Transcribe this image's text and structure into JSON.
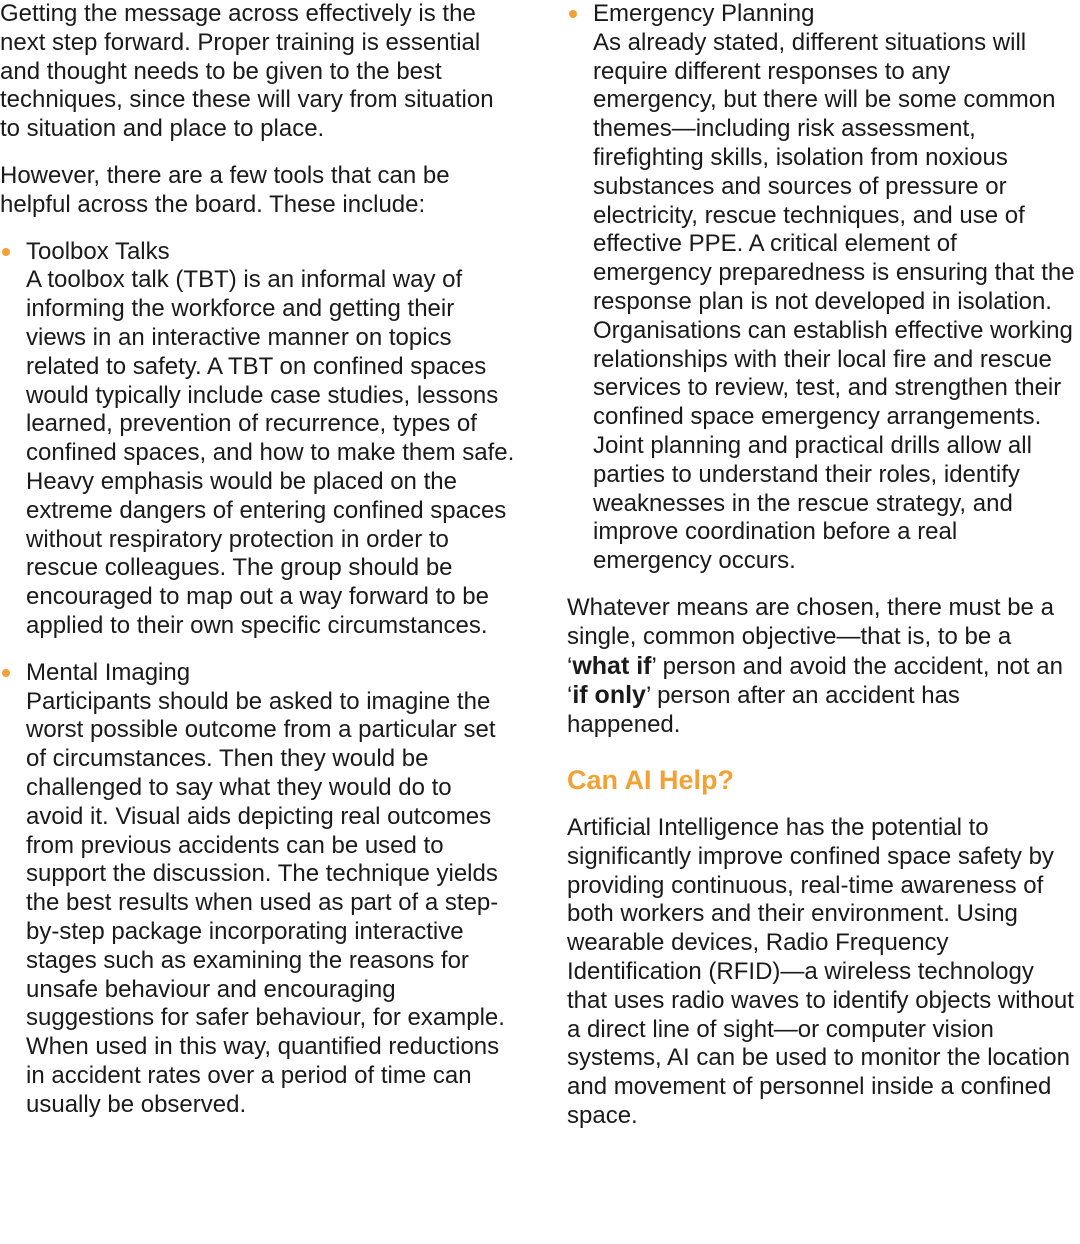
{
  "accent_color": "#f2a135",
  "left_column": {
    "paragraphs": [
      "Getting the message across effectively is the next step forward. Proper training is essential and thought needs to be given to the best techniques, since these will vary from situation to situation and place to place.",
      "However, there are a few tools that can be helpful across the board. These include:"
    ],
    "items": [
      {
        "title": "Toolbox Talks",
        "body": "A toolbox talk (TBT) is an informal way of informing the workforce and getting their views in an interactive manner on topics related to safety. A TBT on confined spaces would typically include case studies, lessons learned, prevention of recurrence, types of confined spaces, and how to make them safe. Heavy emphasis would be placed on the extreme dangers of entering confined spaces without respiratory protection in order to rescue colleagues. The group should be encouraged to map out a way forward to be applied to their own specific circumstances."
      },
      {
        "title": "Mental Imaging",
        "body": "Participants should be asked to imagine the worst possible outcome from a particular set of circumstances. Then they would be challenged to say what they would do to avoid it. Visual aids depicting real outcomes from previous accidents can be used to support the discussion. The technique yields the best results when used as part of a step-by-step package incorporating interactive stages such as examining the reasons for unsafe behaviour and encouraging suggestions for safer behaviour, for example. When used in this way, quantified reductions in accident rates over a period of time can usually be observed."
      }
    ]
  },
  "right_column": {
    "items": [
      {
        "title": "Emergency Planning",
        "body": "As already stated, different situations will require different responses to any emergency, but there will be some common themes—including risk assessment, firefighting skills, isolation from noxious substances and sources of pressure or electricity, rescue techniques, and use of effective PPE. A critical element of emergency preparedness is ensuring that the response plan is not developed in isolation. Organisations can establish effective working relationships with their local fire and rescue services to review, test, and strengthen their confined space emergency arrangements. Joint planning and practical drills allow all parties to understand their roles, identify weaknesses in the rescue strategy, and improve coordination before a real emergency occurs."
      }
    ],
    "closing": {
      "part1": "Whatever means are chosen, there must be a single, common objective—that is, to be a ‘",
      "strong1": "what if",
      "part2": "’ person and avoid the accident, not an ‘",
      "strong2": "if only",
      "part3": "’ person after an accident has happened."
    },
    "heading": "Can AI Help?",
    "section_body": "Artificial Intelligence has the potential to significantly improve confined space safety by providing continuous, real-time awareness of both workers and their environment. Using wearable devices, Radio Frequency Identification (RFID)—a wireless technology that uses radio waves to identify objects without a direct line of sight—or computer vision systems, AI can be used to monitor the location and movement of personnel inside a confined space."
  }
}
